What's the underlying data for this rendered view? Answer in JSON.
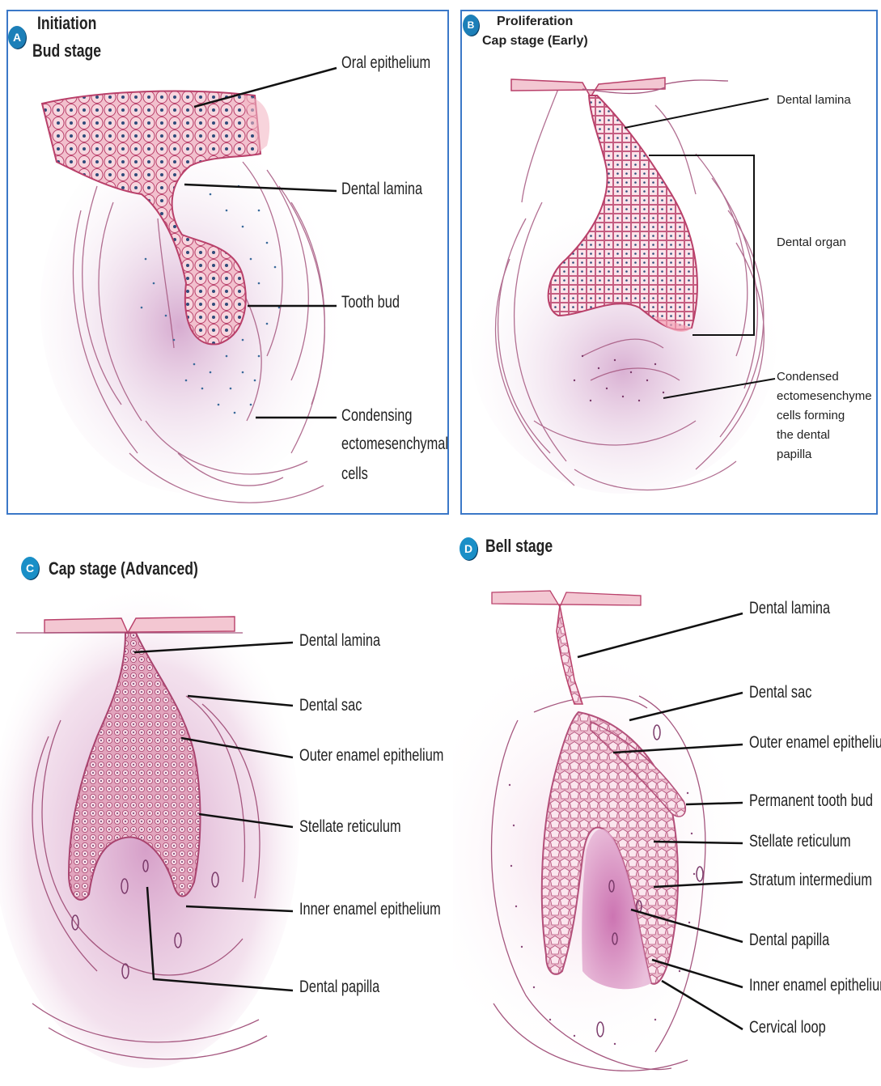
{
  "panels": {
    "A": {
      "badge": "A",
      "title_lines": [
        "Initiation",
        "Bud stage"
      ],
      "labels": [
        "Oral epithelium",
        "Dental lamina",
        "Tooth bud",
        "Condensing",
        "ectomesenchymal",
        "cells"
      ]
    },
    "B": {
      "badge": "B",
      "title_lines": [
        "Proliferation",
        "Cap stage (Early)"
      ],
      "labels": [
        "Dental lamina",
        "Dental organ",
        "Condensed",
        "ectomesenchyme",
        "cells forming",
        "the dental",
        "papilla"
      ]
    },
    "C": {
      "badge": "C",
      "title_lines": [
        "Cap stage (Advanced)"
      ],
      "labels": [
        "Dental lamina",
        "Dental sac",
        "Outer enamel epithelium",
        "Stellate reticulum",
        "Inner enamel epithelium",
        "Dental papilla"
      ]
    },
    "D": {
      "badge": "D",
      "title_lines": [
        "Bell stage"
      ],
      "labels": [
        "Dental lamina",
        "Dental sac",
        "Outer enamel epithelium",
        "Permanent tooth bud",
        "Stellate reticulum",
        "Stratum intermedium",
        "Dental papilla",
        "Inner enamel epithelium",
        "Cervical loop"
      ]
    }
  },
  "colors": {
    "frame": "#3b78c8",
    "tissue": "#d9b3cf",
    "epithelium": "#e98aa1",
    "line": "#a5577f",
    "nucleus": "#2e4a7a"
  }
}
